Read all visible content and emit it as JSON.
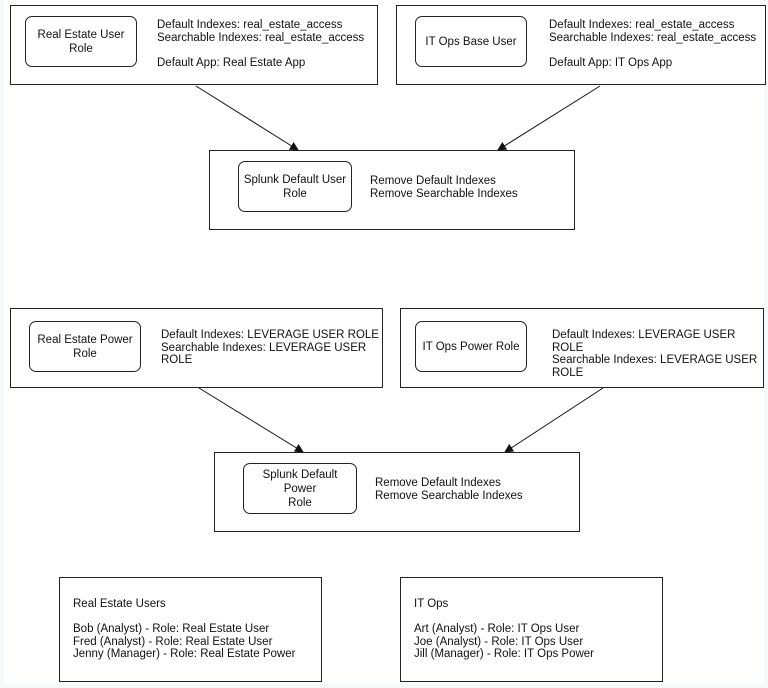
{
  "user_roles": {
    "real_estate_user": {
      "label": "Real Estate User\nRole",
      "details": "Default Indexes: real_estate_access\nSearchable Indexes: real_estate_access\n\nDefault App: Real Estate App"
    },
    "it_ops_base_user": {
      "label": "IT Ops Base User",
      "details": "Default Indexes: real_estate_access\nSearchable Indexes: real_estate_access\n\nDefault App: IT Ops App"
    },
    "splunk_default_user": {
      "label": "Splunk Default User\nRole",
      "details": "Remove Default Indexes\nRemove Searchable Indexes"
    }
  },
  "power_roles": {
    "real_estate_power": {
      "label": "Real Estate Power\nRole",
      "details": "Default Indexes: LEVERAGE USER ROLE\nSearchable Indexes: LEVERAGE USER\nROLE"
    },
    "it_ops_power": {
      "label": "IT Ops Power Role",
      "details": "Default Indexes: LEVERAGE USER ROLE\nSearchable Indexes: LEVERAGE USER\nROLE"
    },
    "splunk_default_power": {
      "label": "Splunk Default Power\nRole",
      "details": "Remove Default Indexes\nRemove Searchable Indexes"
    }
  },
  "user_groups": {
    "real_estate": {
      "title": "Real Estate Users",
      "members": "Bob (Analyst) - Role: Real Estate User\nFred (Analyst) - Role: Real Estate User\nJenny (Manager) - Role: Real Estate Power"
    },
    "it_ops": {
      "title": "IT Ops",
      "members": "Art (Analyst) - Role: IT Ops User\nJoe (Analyst) - Role: IT Ops User\nJill (Manager) - Role: IT Ops Power"
    }
  }
}
